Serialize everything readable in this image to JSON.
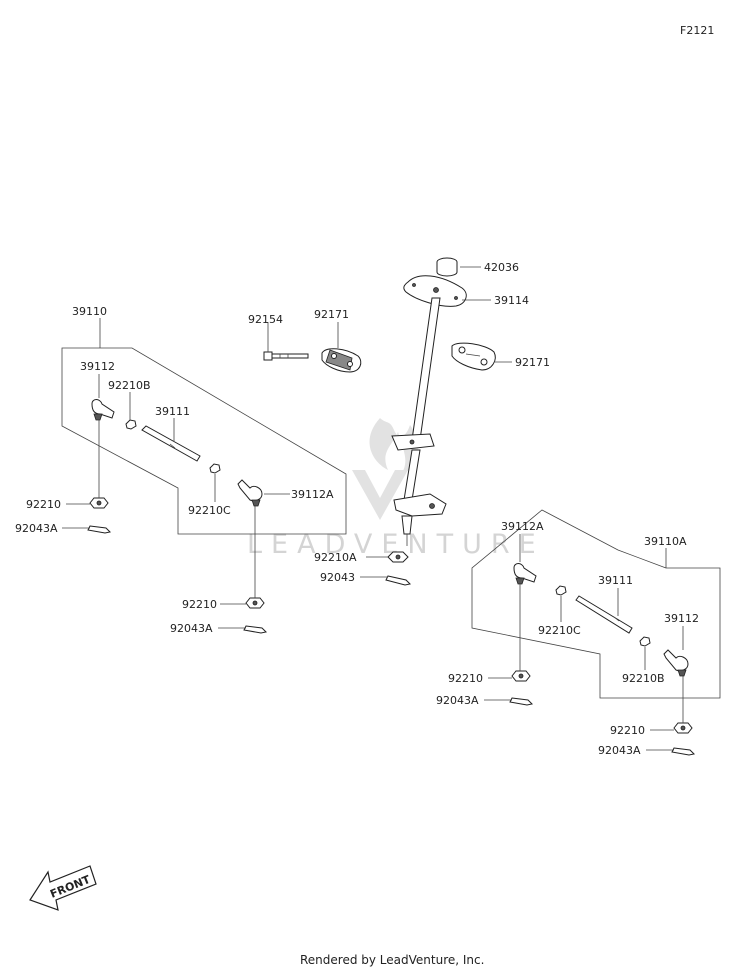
{
  "diagram_code": "F2121",
  "watermark": "LEADVENTURE",
  "front_label": "FRONT",
  "footer": "Rendered by LeadVenture, Inc.",
  "parts": {
    "p42036": "42036",
    "p39114": "39114",
    "p92171_left": "92171",
    "p92171_right": "92171",
    "p92154": "92154",
    "p92210A_center": "92210A",
    "p92043_center": "92043",
    "left_group": {
      "assy": "39110",
      "end_a": "39112",
      "nut_b": "92210B",
      "rod": "39111",
      "nut_c": "92210C",
      "end_b": "39112A",
      "nut_1": "92210",
      "pin_1": "92043A",
      "nut_2": "92210",
      "pin_2": "92043A"
    },
    "right_group": {
      "assy": "39110A",
      "end_b": "39112A",
      "rod": "39111",
      "nut_c": "92210C",
      "end_a": "39112",
      "nut_b": "92210B",
      "nut_1": "92210",
      "pin_1": "92043A",
      "nut_2": "92210",
      "pin_2": "92043A"
    }
  }
}
